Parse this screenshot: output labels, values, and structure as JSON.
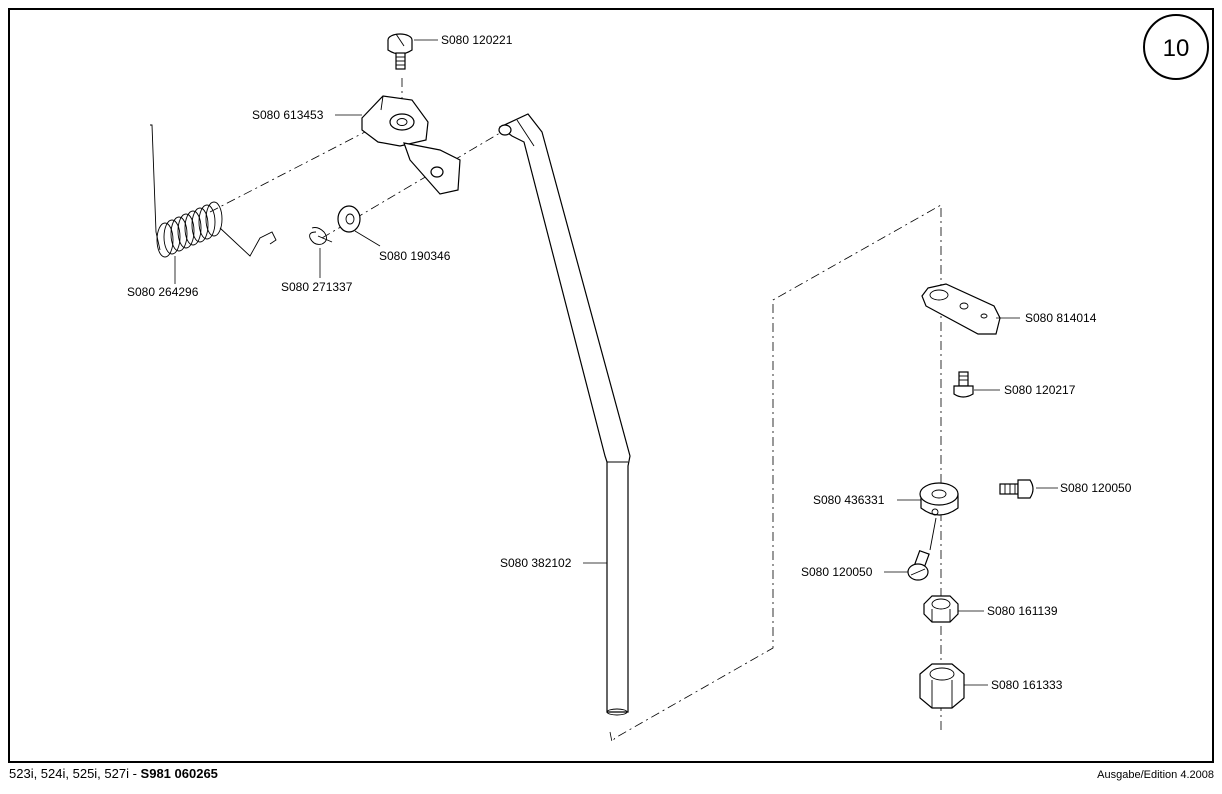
{
  "page": {
    "number": "10"
  },
  "footer": {
    "models": "523i, 524i, 525i, 527i - ",
    "part_number": "S981 060265",
    "edition": "Ausgabe/Edition  4.2008"
  },
  "parts": {
    "screw_top": "S080 120221",
    "lever": "S080 613453",
    "spring": "S080 264296",
    "clip": "S080 271337",
    "washer": "S080 190346",
    "rod": "S080 382102",
    "plate": "S080 814014",
    "screw_plate": "S080 120217",
    "collar": "S080 436331",
    "screw_collar_right": "S080 120050",
    "screw_collar_left": "S080 120050",
    "nut_small": "S080 161139",
    "nut_large": "S080 161333"
  }
}
